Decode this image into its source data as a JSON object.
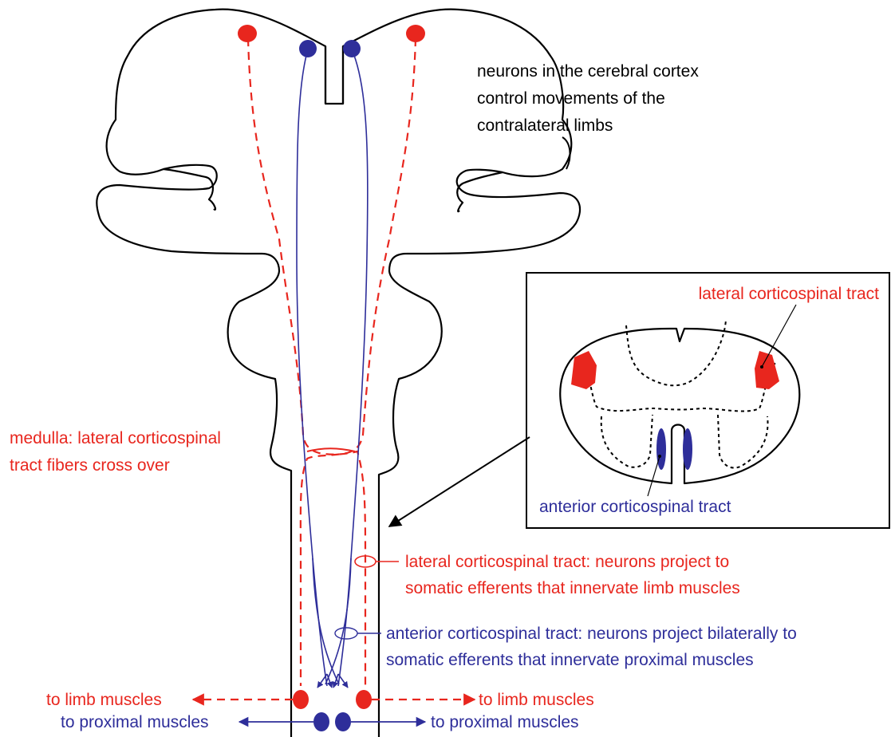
{
  "labels": {
    "cortex_note": [
      "neurons in the cerebral cortex",
      "control movements of the",
      "contralateral limbs"
    ],
    "medulla_note": [
      "medulla:  lateral corticospinal",
      "tract fibers cross over"
    ],
    "lateral_tract_note": [
      "lateral corticospinal tract:  neurons project to",
      "somatic efferents that innervate limb muscles"
    ],
    "anterior_tract_note": [
      "anterior corticospinal tract:  neurons project bilaterally to",
      "somatic efferents that innervate proximal muscles"
    ],
    "to_limb_muscles": "to limb muscles",
    "to_proximal_muscles": "to proximal muscles",
    "inset_lateral": "lateral corticospinal tract",
    "inset_anterior": "anterior corticospinal tract"
  },
  "colors": {
    "lateral_tract": "#e8261e",
    "anterior_tract": "#2e2e9a",
    "outline": "#000000"
  }
}
